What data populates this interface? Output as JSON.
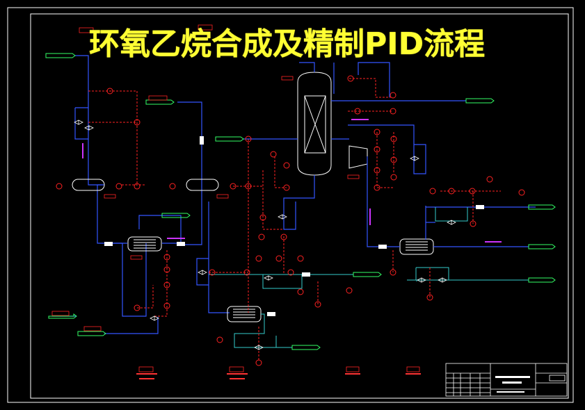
{
  "title": "环氧乙烷合成及精制PID流程",
  "colors": {
    "background": "#000000",
    "frame": "#ffffff",
    "process_blue": "#3355ff",
    "signal_red": "#ff2222",
    "cyan": "#33cccc",
    "stream_green": "#33ff66",
    "title_yellow": "#ffff33",
    "magenta": "#cc33ff"
  },
  "icons": [
    "instrument-bubble",
    "control-valve",
    "heat-exchanger",
    "reactor-column",
    "drum",
    "offpage-arrow"
  ]
}
